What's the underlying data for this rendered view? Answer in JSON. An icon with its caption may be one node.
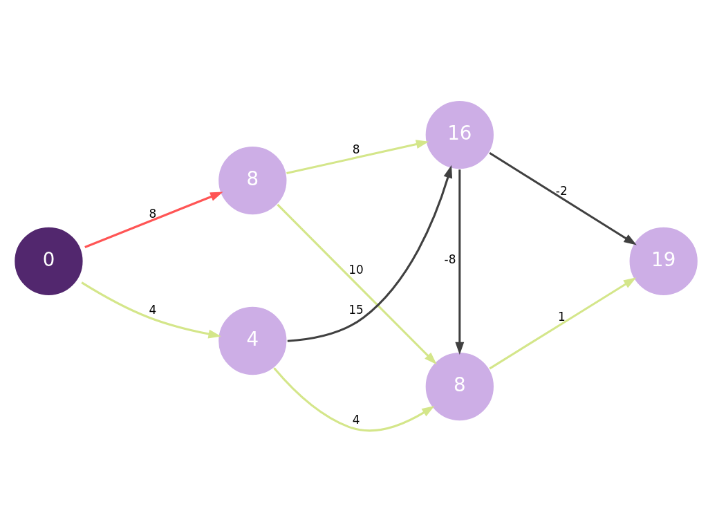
{
  "diagram": {
    "nodes": [
      {
        "text": [
          "0"
        ]
      },
      {
        "text": [
          "8"
        ]
      },
      {
        "text": [
          "4"
        ]
      },
      {
        "text": [
          "8"
        ]
      },
      {
        "text": [
          "16"
        ]
      },
      {
        "text": [
          "19"
        ]
      }
    ],
    "edges": [
      {
        "from": 0,
        "to": 1,
        "arrow": "to",
        "label": "8",
        "color": "#ff5555"
      },
      {
        "from": 0,
        "to": 2,
        "arrow": "to",
        "label": "4"
      },
      {
        "from": 1,
        "to": 3,
        "arrow": "to",
        "label": "10"
      },
      {
        "from": 1,
        "to": 4,
        "arrow": "to",
        "label": "8"
      },
      {
        "from": 2,
        "to": 3,
        "arrow": "to",
        "label": "4"
      },
      {
        "from": 2,
        "to": 4,
        "arrow": "to",
        "label": "15",
        "color": "#404040"
      },
      {
        "from": 4,
        "to": 3,
        "arrow": "to",
        "label": "-8",
        "color": "#404040"
      },
      {
        "from": 3,
        "to": 5,
        "arrow": "to",
        "label": "1"
      },
      {
        "from": 4,
        "to": 5,
        "arrow": "to",
        "label": "-2",
        "color": "#404040"
      }
    ]
  }
}
